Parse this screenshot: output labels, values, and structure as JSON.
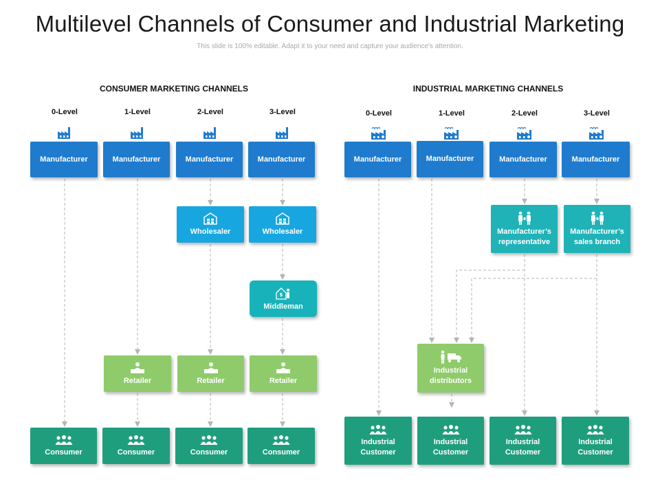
{
  "header": {
    "title": "Multilevel Channels of Consumer and Industrial Marketing",
    "subtitle": "This slide is 100% editable. Adapt it to your need and capture your audience's attention."
  },
  "consumer": {
    "title": "CONSUMER MARKETING CHANNELS",
    "levels": [
      "0-Level",
      "1-Level",
      "2-Level",
      "3-Level"
    ],
    "manufacturer": "Manufacturer",
    "wholesaler": "Wholesaler",
    "middleman": "Middleman",
    "retailer": "Retailer",
    "consumer": "Consumer"
  },
  "industrial": {
    "title": "INDUSTRIAL MARKETING CHANNELS",
    "levels": [
      "0-Level",
      "1-Level",
      "2-Level",
      "3-Level"
    ],
    "manufacturer": "Manufacturer",
    "representative": "Manufacturer’s\nrepresentative",
    "sales_branch": "Manufacturer’s\nsales branch",
    "distributors": "Industrial\ndistributors",
    "customer": "Industrial\nCustomer"
  },
  "colors": {
    "manufacturer": "#1f7bcd",
    "wholesaler": "#18a6e0",
    "middleman": "#18b3ba",
    "retailer": "#8fcb6b",
    "consumer": "#1f9e7e",
    "representative": "#1fb3b8",
    "connector": "#b5b5b5"
  }
}
